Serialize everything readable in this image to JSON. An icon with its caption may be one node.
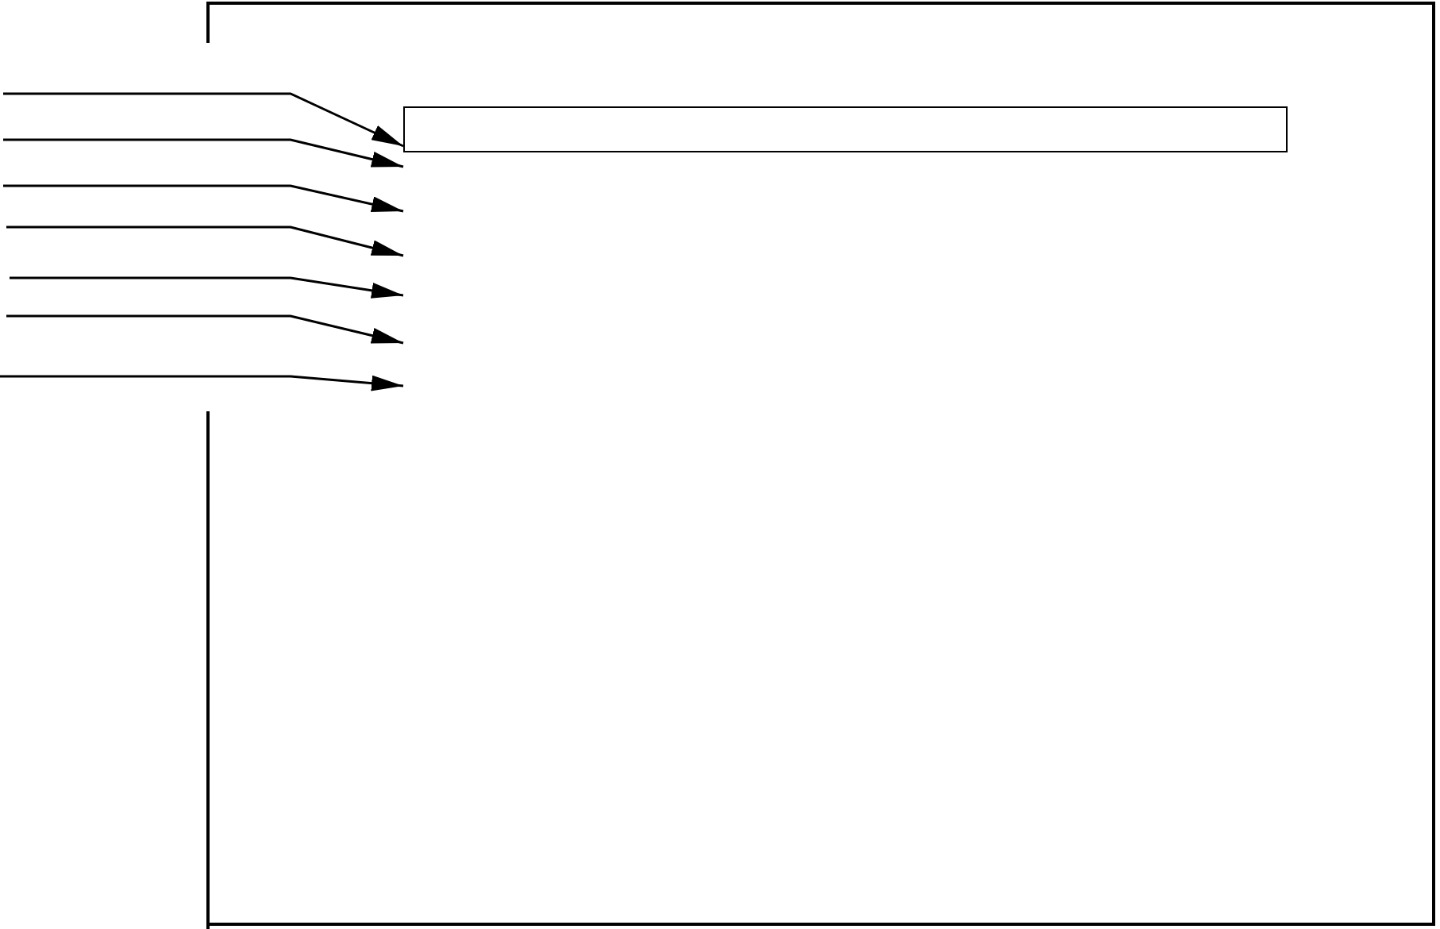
{
  "diagram": {
    "nodes": [
      {
        "text": [],
        "shape": "box"
      },
      {
        "text": [],
        "shape": "box",
        "in": 0
      }
    ],
    "edges": [
      {
        "from": null,
        "to": 1,
        "arrow": "to"
      }
    ]
  }
}
